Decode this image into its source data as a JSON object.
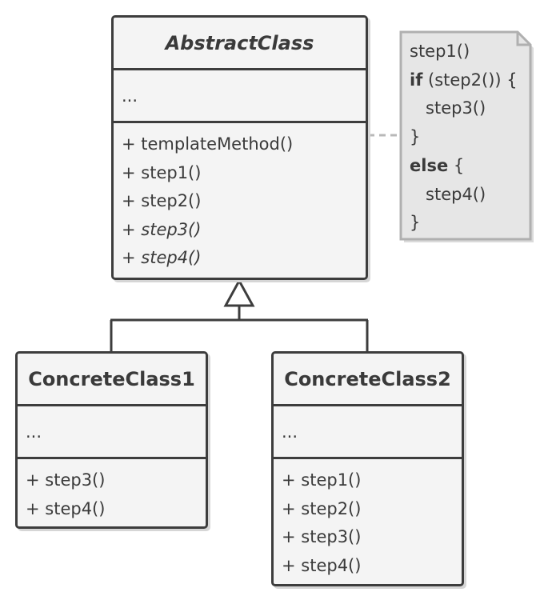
{
  "abstract_class": {
    "name": "AbstractClass",
    "fields": "...",
    "methods": [
      "+ templateMethod()",
      "+ step1()",
      "+ step2()",
      "+ step3()",
      "+ step4()"
    ]
  },
  "concrete_class1": {
    "name": "ConcreteClass1",
    "fields": "...",
    "methods": [
      "+ step3()",
      "+ step4()"
    ]
  },
  "concrete_class2": {
    "name": "ConcreteClass2",
    "fields": "...",
    "methods": [
      "+ step1()",
      "+ step2()",
      "+ step3()",
      "+ step4()"
    ]
  },
  "note": {
    "line1": "step1()",
    "if_kw": "if",
    "if_cond": " (step2()) {",
    "line3": "   step3()",
    "line4": "}",
    "else_kw": "else",
    "else_rest": " {",
    "line6": "   step4()",
    "line7": "}"
  },
  "colors": {
    "border": "#3d3d3d",
    "fill": "#f4f4f4",
    "note_fill": "#e6e6e6",
    "connector": "#b0b0b0"
  }
}
